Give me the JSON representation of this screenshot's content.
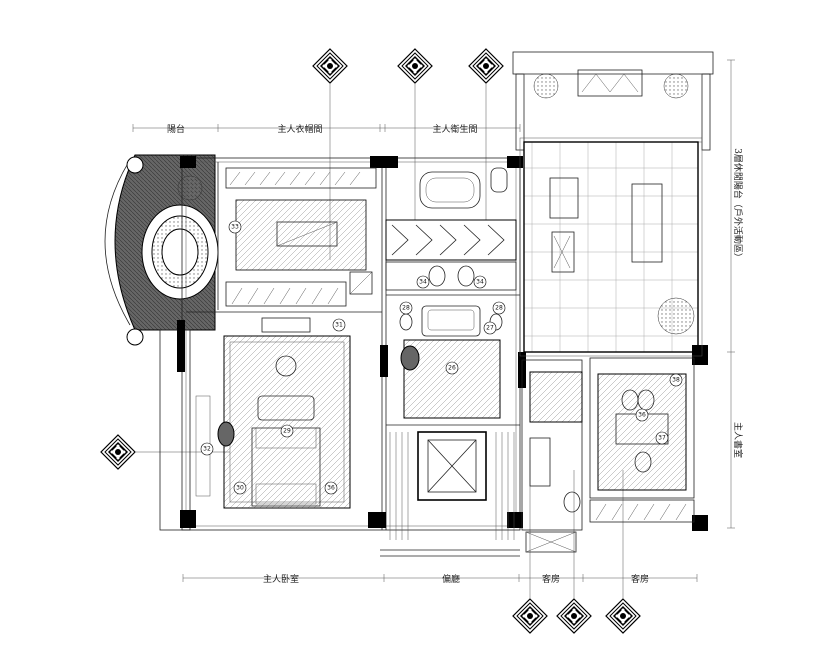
{
  "labels": {
    "balcony": "陽台",
    "master_closet": "主人衣帽間",
    "master_bath": "主人衛生間",
    "outdoor_terrace": "3層休閒陽台（戶外活動區）",
    "master_study": "主人書室",
    "master_bedroom": "主人卧室",
    "side_hall": "偏廳",
    "guest_room_1": "客房",
    "guest_room_2": "客房"
  },
  "tags": [
    "33",
    "34",
    "34",
    "28",
    "28",
    "27",
    "26",
    "31",
    "32",
    "29",
    "30",
    "36",
    "38",
    "36",
    "37"
  ]
}
